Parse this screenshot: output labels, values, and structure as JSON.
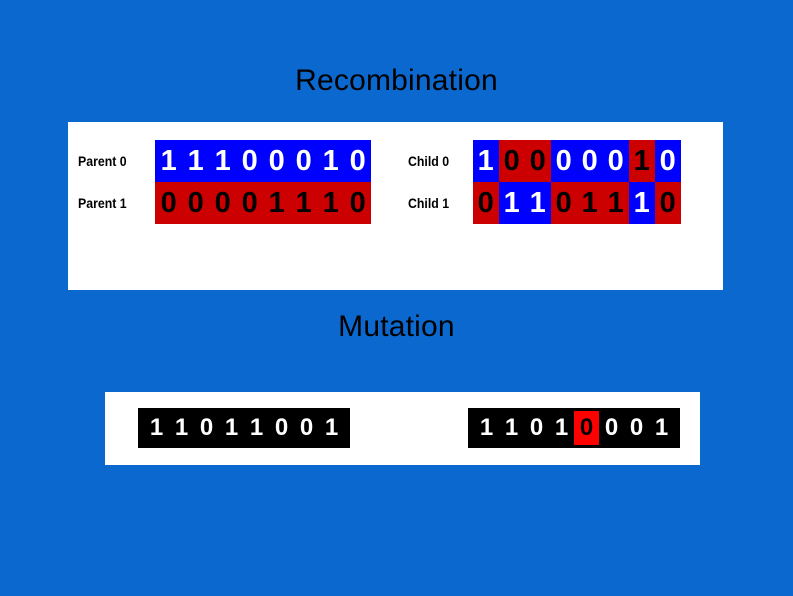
{
  "background_color": "#0b68ce",
  "colors": {
    "background": "#0b68ce",
    "panel": "#ffffff",
    "bit_blue": "#0000ff",
    "bit_red": "#cc0000",
    "strip_black": "#000000",
    "mutation_highlight": "#ff0000",
    "text_dark": "#000000",
    "text_light": "#ffffff"
  },
  "sections": {
    "recombination": {
      "title": "Recombination",
      "parents": {
        "rows": [
          {
            "label": "Parent 0",
            "bits": [
              "1",
              "1",
              "1",
              "0",
              "0",
              "0",
              "1",
              "0"
            ],
            "cell_colors": [
              "blue",
              "blue",
              "blue",
              "blue",
              "blue",
              "blue",
              "blue",
              "blue"
            ]
          },
          {
            "label": "Parent 1",
            "bits": [
              "0",
              "0",
              "0",
              "0",
              "1",
              "1",
              "1",
              "0"
            ],
            "cell_colors": [
              "red",
              "red",
              "red",
              "red",
              "red",
              "red",
              "red",
              "red"
            ]
          }
        ]
      },
      "children": {
        "rows": [
          {
            "label": "Child 0",
            "bits": [
              "1",
              "0",
              "0",
              "0",
              "0",
              "0",
              "1",
              "0"
            ],
            "cell_colors": [
              "blue",
              "red",
              "red",
              "blue",
              "blue",
              "blue",
              "red",
              "blue"
            ]
          },
          {
            "label": "Child 1",
            "bits": [
              "0",
              "1",
              "1",
              "0",
              "1",
              "1",
              "1",
              "0"
            ],
            "cell_colors": [
              "red",
              "blue",
              "blue",
              "red",
              "red",
              "red",
              "blue",
              "red"
            ]
          }
        ]
      }
    },
    "mutation": {
      "title": "Mutation",
      "before": {
        "bits": [
          "1",
          "1",
          "0",
          "1",
          "1",
          "0",
          "0",
          "1"
        ],
        "mutated_index": -1
      },
      "after": {
        "bits": [
          "1",
          "1",
          "0",
          "1",
          "0",
          "0",
          "0",
          "1"
        ],
        "mutated_index": 4
      }
    }
  }
}
